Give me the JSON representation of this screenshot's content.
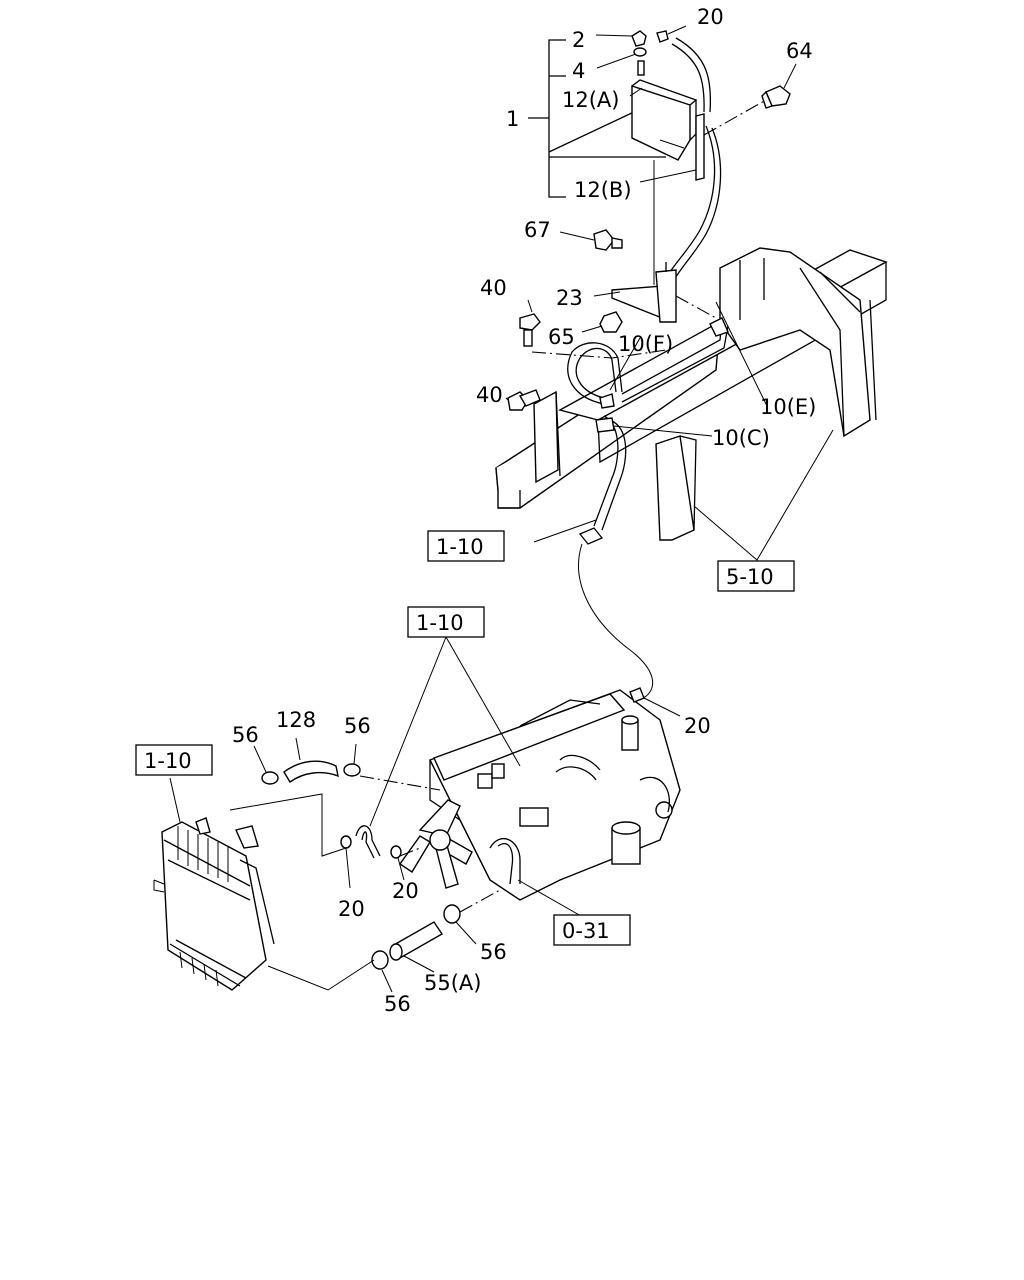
{
  "labels": {
    "p2": "2",
    "p20_top": "20",
    "p4": "4",
    "p64": "64",
    "p1": "1",
    "p12a": "12(A)",
    "p12b": "12(B)",
    "p67": "67",
    "p40_a": "40",
    "p23": "23",
    "p65": "65",
    "p10f": "10(F)",
    "p40_b": "40",
    "p10e": "10(E)",
    "p10c": "10(C)",
    "p20_mid": "20",
    "p56_a": "56",
    "p128": "128",
    "p56_b": "56",
    "p20_c": "20",
    "p20_d": "20",
    "p56_c": "56",
    "p56_d": "56",
    "p55a": "55(A)"
  },
  "refs": {
    "r1": "1-10",
    "r2": "5-10",
    "r3": "1-10",
    "r4": "1-10",
    "r5": "0-31"
  }
}
